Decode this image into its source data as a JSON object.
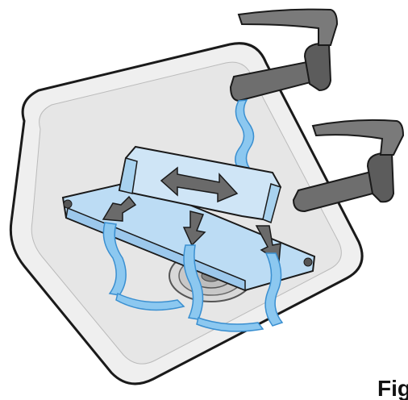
{
  "figure": {
    "label_partial": "Fig",
    "description_elements": [
      "sink-basin",
      "drain",
      "upper-faucet",
      "lower-faucet",
      "filter-tray",
      "water-flow",
      "direction-arrows"
    ]
  },
  "colors": {
    "outline": "#1a1a1a",
    "sink_fill": "#efefef",
    "sink_inner": "#e4e4e4",
    "faucet": "#6e6e6e",
    "faucet_dark": "#4a4a4a",
    "water": "#8cc8f0",
    "water_dark": "#3a8fd0",
    "tray_fill": "#bcdcf4",
    "arrow": "#6a6a6a"
  }
}
